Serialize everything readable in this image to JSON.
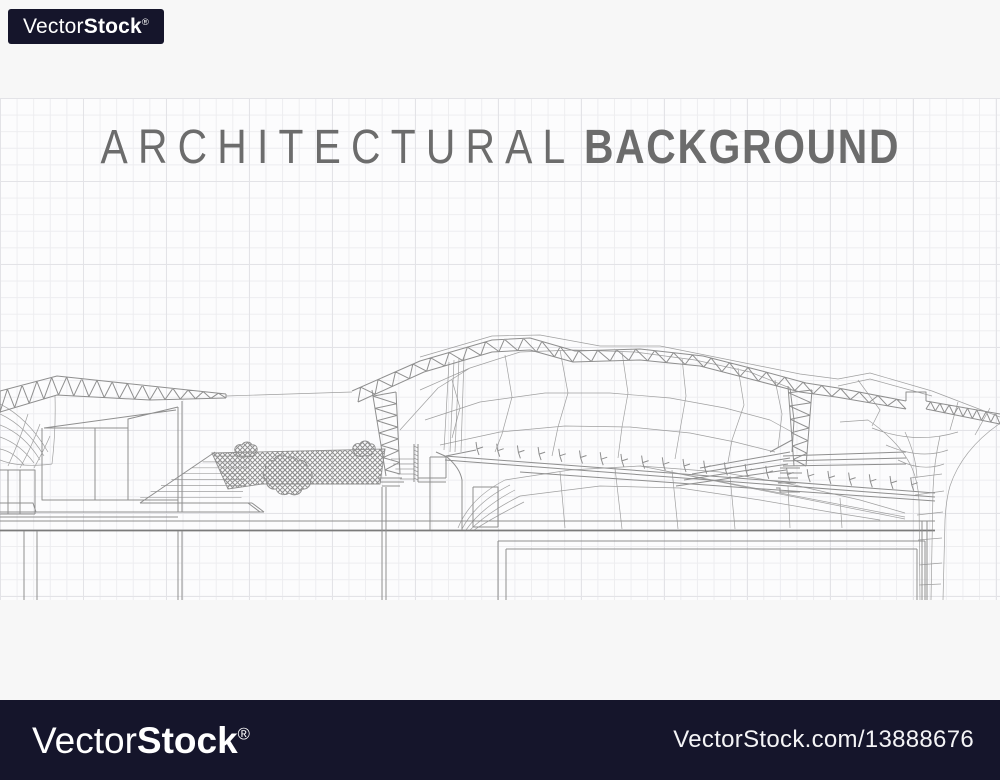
{
  "theme": {
    "page_bg": "#f7f7f7",
    "grid_bg": "#fcfcfd",
    "grid_minor": "#ededf0",
    "grid_major": "#e3e3e7",
    "line_color": "#8f8f8f",
    "title_color": "#6c6c6c",
    "footer_bg": "#15152b",
    "logo_text": "#ffffff"
  },
  "artwork": {
    "title": {
      "light": "ARCHITECTURAL",
      "bold": "BACKGROUND"
    },
    "subject": "architectural wireframe section of stadium buildings on graph paper"
  },
  "watermarks": {
    "top_logo": {
      "vector": "Vector",
      "stock": "Stock",
      "reg": "®"
    },
    "footer": {
      "logo_vector": "Vector",
      "logo_stock": "Stock",
      "reg": "®",
      "url": "VectorStock.com/13888676"
    }
  }
}
